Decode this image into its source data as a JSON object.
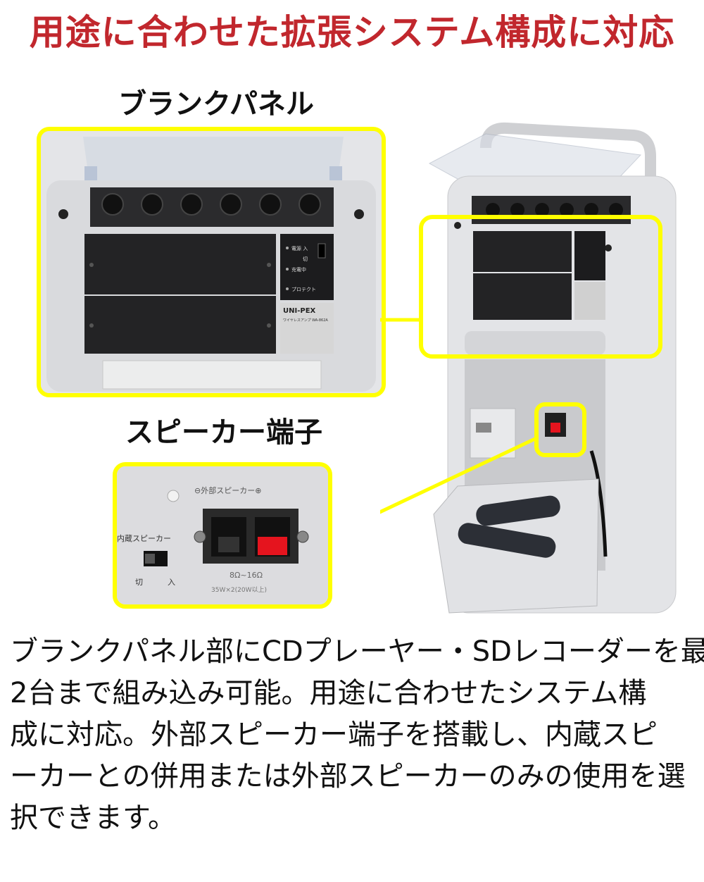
{
  "title": "用途に合わせた拡張システム構成に対応",
  "labels": {
    "blank_panel": "ブランクパネル",
    "speaker_terminal": "スピーカー端子"
  },
  "device_text": {
    "brand": "UNI-PEX",
    "model": "ワイヤレスアンプ WA-862A",
    "power": "電源 入",
    "off": "切",
    "charging": "充電中",
    "protect": "プロテクト",
    "ext_speaker": "⊖外部スピーカー⊕",
    "int_speaker": "内蔵スピーカー",
    "switch_off": "切",
    "switch_on": "入",
    "impedance": "8Ω~16Ω",
    "spec": "35W×2(20W以上)"
  },
  "description": [
    "ブランクパネル部にCDプレーヤー・SDレコーダーを最大",
    "2台まで組み込み可能。用途に合わせたシステム構",
    "成に対応。外部スピーカー端子を搭載し、内蔵スピ",
    "ーカーとの併用または外部スピーカーのみの使用を選",
    "択できます。"
  ],
  "colors": {
    "title": "#c1272d",
    "highlight": "#ffff00"
  }
}
